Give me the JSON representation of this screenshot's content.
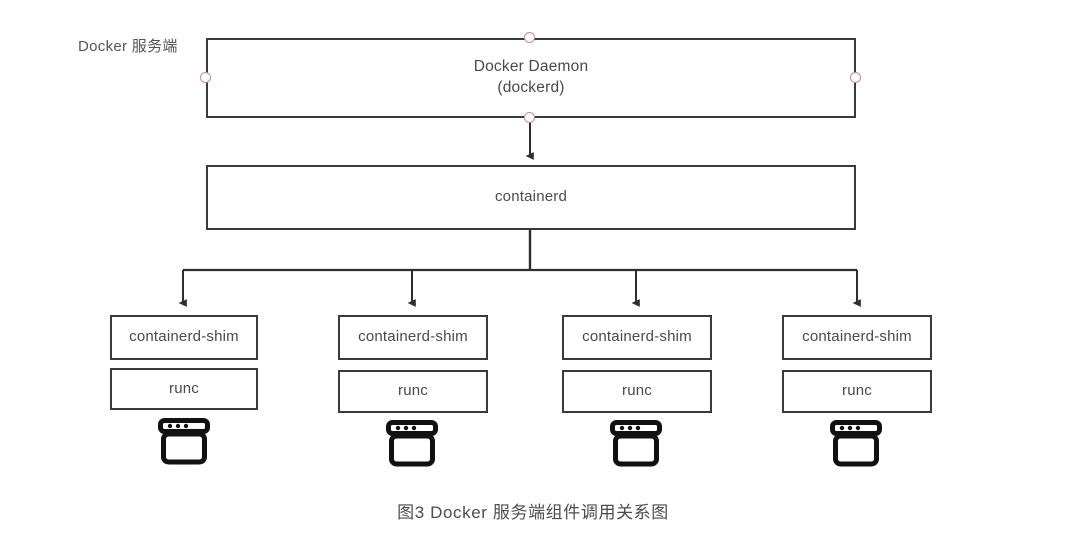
{
  "figure": {
    "caption": "图3 Docker 服务端组件调用关系图",
    "side_label": "Docker 服务端",
    "background_color": "#ffffff",
    "stroke_color": "#3a3a3a",
    "text_color": "#4a4a4a",
    "anchor_color": "#c98c92"
  },
  "nodes": {
    "daemon": {
      "title": "Docker Daemon",
      "subtitle": "(dockerd)"
    },
    "containerd": {
      "label": "containerd"
    },
    "columns": [
      {
        "shim": "containerd-shim",
        "runc": "runc",
        "icon": "container-window-icon"
      },
      {
        "shim": "containerd-shim",
        "runc": "runc",
        "icon": "container-window-icon"
      },
      {
        "shim": "containerd-shim",
        "runc": "runc",
        "icon": "container-window-icon"
      },
      {
        "shim": "containerd-shim",
        "runc": "runc",
        "icon": "container-window-icon"
      }
    ]
  },
  "anchors": [
    {
      "name": "daemon-anchor-top"
    },
    {
      "name": "daemon-anchor-bottom"
    },
    {
      "name": "daemon-anchor-left"
    },
    {
      "name": "daemon-anchor-right"
    }
  ]
}
